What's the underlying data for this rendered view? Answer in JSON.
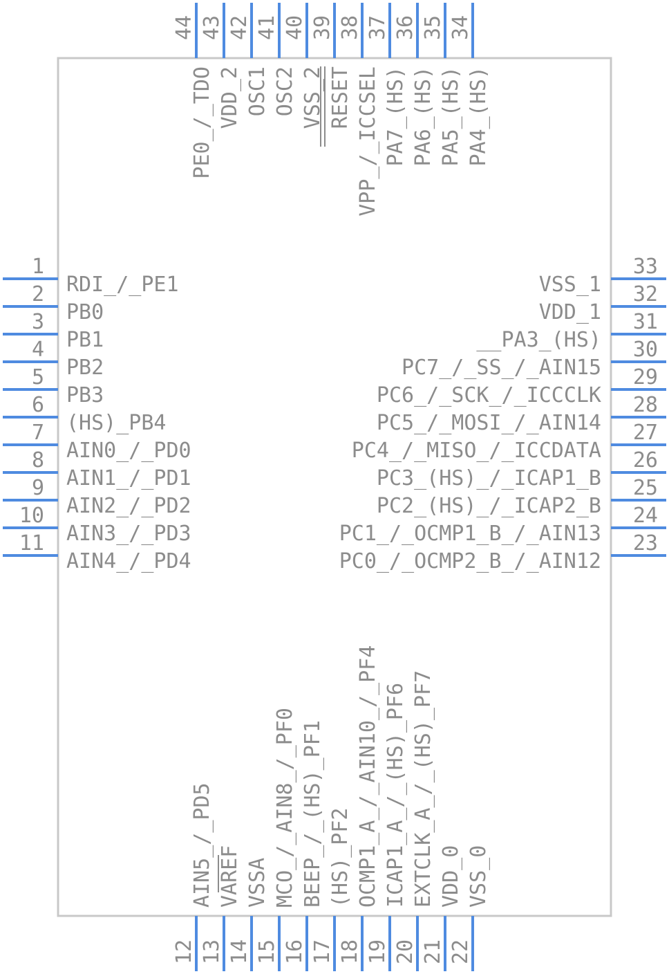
{
  "pins": {
    "left": [
      {
        "num": "1",
        "name": "RDI_/_PE1"
      },
      {
        "num": "2",
        "name": "PB0"
      },
      {
        "num": "3",
        "name": "PB1"
      },
      {
        "num": "4",
        "name": "PB2"
      },
      {
        "num": "5",
        "name": "PB3"
      },
      {
        "num": "6",
        "name": "(HS)_PB4"
      },
      {
        "num": "7",
        "name": "AIN0_/_PD0"
      },
      {
        "num": "8",
        "name": "AIN1_/_PD1"
      },
      {
        "num": "9",
        "name": "AIN2_/_PD2"
      },
      {
        "num": "10",
        "name": "AIN3_/_PD3"
      },
      {
        "num": "11",
        "name": "AIN4_/_PD4"
      }
    ],
    "right": [
      {
        "num": "33",
        "name": "VSS_1"
      },
      {
        "num": "32",
        "name": "VDD_1"
      },
      {
        "num": "31",
        "name": "__PA3_(HS)"
      },
      {
        "num": "30",
        "name": "PC7_/_SS_/_AIN15"
      },
      {
        "num": "29",
        "name": "PC6_/_SCK_/_ICCCLK"
      },
      {
        "num": "28",
        "name": "PC5_/_MOSI_/_AIN14"
      },
      {
        "num": "27",
        "name": "PC4_/_MISO_/_ICCDATA"
      },
      {
        "num": "26",
        "name": "PC3_(HS)_/_ICAP1_B"
      },
      {
        "num": "25",
        "name": "PC2_(HS)_/_ICAP2_B"
      },
      {
        "num": "24",
        "name": "PC1_/_OCMP1_B_/_AIN13"
      },
      {
        "num": "23",
        "name": "PC0_/_OCMP2_B_/_AIN12"
      }
    ],
    "top": [
      {
        "num": "44",
        "name": "PE0_/_TDO"
      },
      {
        "num": "43",
        "name": "VDD_2"
      },
      {
        "num": "42",
        "name": "OSC1"
      },
      {
        "num": "41",
        "name": "OSC2"
      },
      {
        "num": "40",
        "name": "VSS_2"
      },
      {
        "num": "39",
        "name": "RESET"
      },
      {
        "num": "38",
        "name": "VPP_/_ICCSEL"
      },
      {
        "num": "37",
        "name": "PA7_(HS)"
      },
      {
        "num": "36",
        "name": "PA6_(HS)"
      },
      {
        "num": "35",
        "name": "PA5_(HS)"
      },
      {
        "num": "34",
        "name": "PA4_(HS)"
      }
    ],
    "bottom": [
      {
        "num": "12",
        "name": "AIN5_/_PD5"
      },
      {
        "num": "13",
        "name": "VAREF"
      },
      {
        "num": "14",
        "name": "VSSA"
      },
      {
        "num": "15",
        "name": "MCO_/_AIN8_/_PF0"
      },
      {
        "num": "16",
        "name": "BEEP_/_(HS)_PF1"
      },
      {
        "num": "17",
        "name": "(HS)_PF2"
      },
      {
        "num": "18",
        "name": "OCMP1_A_/_AIN10_/_PF4"
      },
      {
        "num": "19",
        "name": "ICAP1_A_/_(HS)_PF6"
      },
      {
        "num": "20",
        "name": "EXTCLK_A_/_(HS)_PF7"
      },
      {
        "num": "21",
        "name": "VDD_0"
      },
      {
        "num": "22",
        "name": "VSS_0"
      }
    ]
  },
  "colors": {
    "pin": "#4f8be0",
    "body": "#c8c8c8",
    "text": "#8c8c8c"
  }
}
